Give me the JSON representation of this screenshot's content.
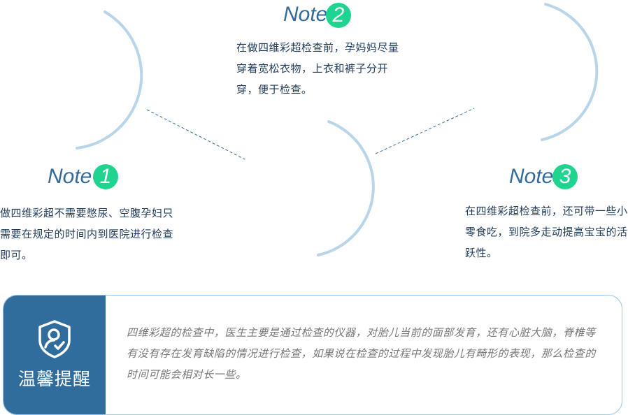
{
  "notes": [
    {
      "label": "Note",
      "number": "1",
      "text": "做四维彩超不需要憋尿、空腹孕妇只需要在规定的时间内到医院进行检查即可。"
    },
    {
      "label": "Note",
      "number": "2",
      "text": "在做四维彩超检查前，孕妈妈尽量穿着宽松衣物，上衣和裤子分开穿，便于检查。"
    },
    {
      "label": "Note",
      "number": "3",
      "text": "在四维彩超检查前，还可带一些小零食吃，到院多走动提高宝宝的活跃性。"
    }
  ],
  "tip": {
    "title": "温馨提醒",
    "icon": "shield-user-check-icon",
    "text": "四维彩超的检查中，医生主要是通过检查的仪器，对胎儿当前的面部发育，还有心脏大脑，脊椎等有没有存在发育缺陷的情况进行检查，如果说在检查的过程中发现胎儿有畸形的表现，那么检查的时间可能会相对长一些。"
  },
  "colors": {
    "accent": "#1ed48e",
    "primary": "#316d9c",
    "arc": "#b9d5ea"
  }
}
